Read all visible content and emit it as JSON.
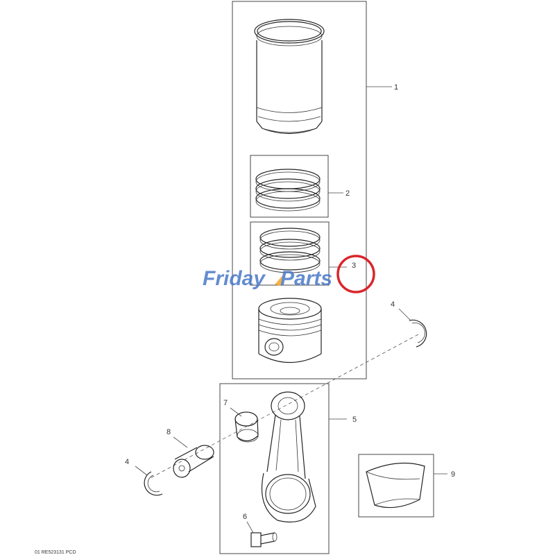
{
  "diagram": {
    "callouts": [
      {
        "id": "1",
        "text": "1"
      },
      {
        "id": "2",
        "text": "2"
      },
      {
        "id": "3",
        "text": "3"
      },
      {
        "id": "4a",
        "text": "4"
      },
      {
        "id": "4b",
        "text": "4"
      },
      {
        "id": "5",
        "text": "5"
      },
      {
        "id": "6",
        "text": "6"
      },
      {
        "id": "7",
        "text": "7"
      },
      {
        "id": "8",
        "text": "8"
      },
      {
        "id": "9",
        "text": "9"
      }
    ],
    "drawing_code": "01 RE523131 PCD",
    "highlight_color": "#d9262b"
  },
  "watermark": {
    "text_part1": "Friday",
    "text_part2": "Parts",
    "color_blue": "#4a78c8",
    "color_orange": "#f5a623"
  }
}
